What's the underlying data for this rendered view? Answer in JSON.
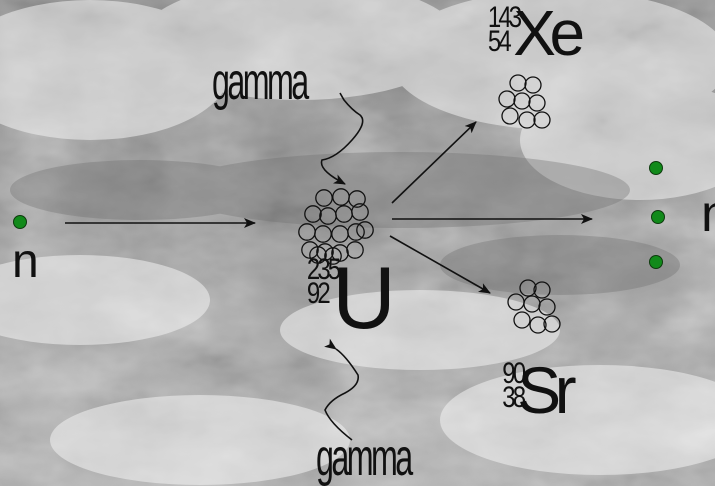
{
  "colors": {
    "neutron": "#118a1a",
    "ink": "#111111",
    "sky_light": "#e6e6e6",
    "sky_dark": "#7e7e7e"
  },
  "labels": {
    "incoming_neutron": "n",
    "outgoing_neutrons": "n",
    "gamma_top": "gamma",
    "gamma_bottom": "gamma"
  },
  "nuclei": {
    "uranium": {
      "symbol": "U",
      "mass": "235",
      "atomic": "92"
    },
    "xenon": {
      "symbol": "Xe",
      "mass": "143",
      "atomic": "54"
    },
    "strontium": {
      "symbol": "Sr",
      "mass": "90",
      "atomic": "38"
    }
  },
  "counts": {
    "outgoing_neutrons": 3
  }
}
